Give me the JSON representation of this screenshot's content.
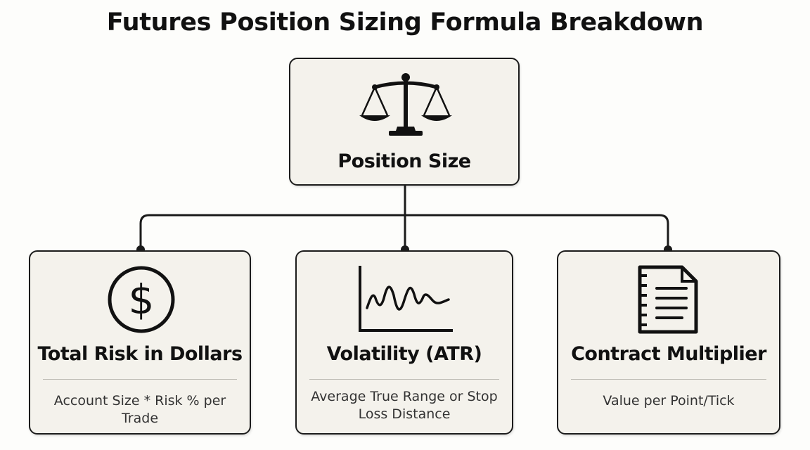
{
  "title": "Futures Position Sizing Formula Breakdown",
  "root": {
    "label": "Position Size",
    "icon": "balance-scale-icon"
  },
  "components": [
    {
      "label": "Total Risk in Dollars",
      "description": "Account Size * Risk % per Trade",
      "icon": "dollar-circle-icon"
    },
    {
      "label": "Volatility (ATR)",
      "description": "Average True Range or Stop Loss Distance",
      "icon": "volatility-chart-icon"
    },
    {
      "label": "Contract Multiplier",
      "description": "Value per Point/Tick",
      "icon": "document-list-icon"
    }
  ]
}
